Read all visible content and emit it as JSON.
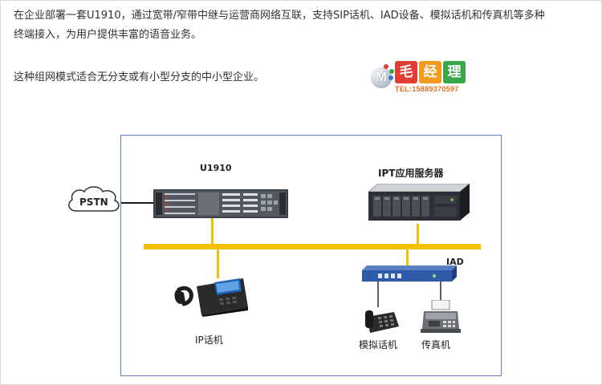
{
  "intro": {
    "line1": "在企业部署一套U1910，通过宽带/窄带中继与运营商网络互联，支持SIP话机、IAD设备、模拟话机和传真机等多种",
    "line2": "终端接入，为用户提供丰富的语音业务。",
    "line3": "这种组网模式适合无分支或有小型分支的中小型企业。"
  },
  "watermark": {
    "initial": "M",
    "chars": [
      "毛",
      "经",
      "理"
    ],
    "phone": "TEL:15889370597",
    "colors": [
      "#e23d34",
      "#f29a1e",
      "#3aa64a"
    ]
  },
  "diagram": {
    "pstn": "PSTN",
    "u1910": "U1910",
    "ipt_server": "IPT应用服务器",
    "iad": "IAD",
    "ip_phone": "IP话机",
    "analog_phone": "模拟话机",
    "fax": "传真机",
    "colors": {
      "bus": "#f2c200",
      "border": "#5b7fbf",
      "iad_body": "#2f5aa8"
    }
  }
}
